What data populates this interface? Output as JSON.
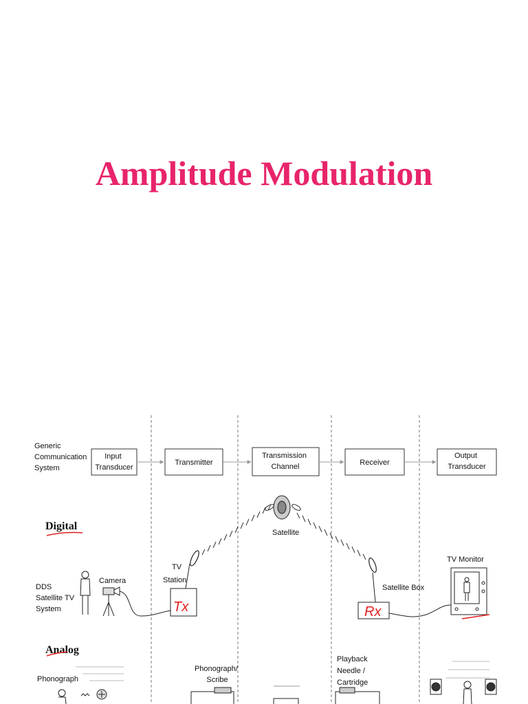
{
  "slide": {
    "title": "Amplitude Modulation",
    "title_color": "#e8246b"
  },
  "generic_row": {
    "label": [
      "Generic",
      "Communication",
      "System"
    ],
    "blocks": [
      [
        "Input",
        "Transducer"
      ],
      [
        "Transmitter"
      ],
      [
        "Transmission",
        "Channel"
      ],
      [
        "Receiver"
      ],
      [
        "Output",
        "Transducer"
      ]
    ]
  },
  "digital_section": {
    "heading": "Digital",
    "system_label": [
      "DDS",
      "Satellite TV",
      "System"
    ],
    "camera_label": "Camera",
    "tv_station_label": [
      "TV",
      "Station"
    ],
    "satellite_label": "Satellite",
    "satellite_box_label": "Satellite Box",
    "tv_monitor_label": "TV Monitor",
    "tx_annotation": "Tx",
    "rx_annotation": "Rx",
    "annotation_color": "#e02020"
  },
  "analog_section": {
    "heading": "Analog",
    "phonograph_label": "Phonograph",
    "scribe_label": [
      "Phonograph/",
      "Scribe"
    ],
    "playback_label": [
      "Playback",
      "Needle /",
      "Cartridge"
    ]
  }
}
